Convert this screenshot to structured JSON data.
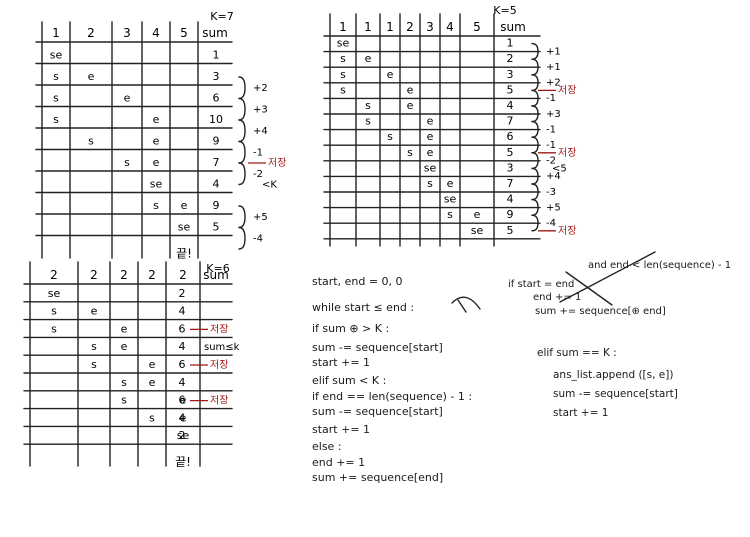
{
  "tables": [
    {
      "id": "k7",
      "label": "K=7",
      "header": [
        "1",
        "2",
        "3",
        "4",
        "5",
        "sum"
      ],
      "rows": [
        {
          "cells": [
            "se",
            "",
            "",
            "",
            "",
            ""
          ],
          "sum": "1",
          "diff": ""
        },
        {
          "cells": [
            "s",
            "e",
            "",
            "",
            "",
            ""
          ],
          "sum": "3",
          "diff": "+2"
        },
        {
          "cells": [
            "s",
            "",
            "e",
            "",
            "",
            ""
          ],
          "sum": "6",
          "diff": "+3"
        },
        {
          "cells": [
            "s",
            "",
            "",
            "e",
            "",
            ""
          ],
          "sum": "10",
          "diff": "+4"
        },
        {
          "cells": [
            "",
            "s",
            "",
            "e",
            "",
            ""
          ],
          "sum": "9",
          "diff": "-1"
        },
        {
          "cells": [
            "",
            "",
            "s",
            "e",
            "",
            ""
          ],
          "sum": "7",
          "diff": "-2",
          "note": "저장"
        },
        {
          "cells": [
            "",
            "",
            "",
            "se",
            "",
            ""
          ],
          "sum": "4",
          "diff": "",
          "note": "<K"
        },
        {
          "cells": [
            "",
            "",
            "",
            "s",
            "e",
            ""
          ],
          "sum": "9",
          "diff": "+5"
        },
        {
          "cells": [
            "",
            "",
            "",
            "",
            "se",
            ""
          ],
          "sum": "5",
          "diff": "-4"
        }
      ],
      "end": "끝!"
    },
    {
      "id": "k5",
      "label": "K=5",
      "header": [
        "1",
        "1",
        "1",
        "2",
        "3",
        "4",
        "5",
        "sum"
      ],
      "rows": [
        {
          "cells": [
            "se",
            "",
            "",
            "",
            "",
            "",
            "",
            ""
          ],
          "sum": "1",
          "diff": "+1"
        },
        {
          "cells": [
            "s",
            "e",
            "",
            "",
            "",
            "",
            "",
            ""
          ],
          "sum": "2",
          "diff": "+1"
        },
        {
          "cells": [
            "s",
            "",
            "e",
            "",
            "",
            "",
            "",
            ""
          ],
          "sum": "3",
          "diff": "+2"
        },
        {
          "cells": [
            "s",
            "",
            "",
            "e",
            "",
            "",
            "",
            ""
          ],
          "sum": "5",
          "diff": "-1",
          "note": "저장"
        },
        {
          "cells": [
            "",
            "s",
            "",
            "e",
            "",
            "",
            "",
            ""
          ],
          "sum": "4",
          "diff": "+3"
        },
        {
          "cells": [
            "",
            "s",
            "",
            "",
            "e",
            "",
            "",
            ""
          ],
          "sum": "7",
          "diff": "-1"
        },
        {
          "cells": [
            "",
            "",
            "s",
            "",
            "e",
            "",
            "",
            ""
          ],
          "sum": "6",
          "diff": "-1"
        },
        {
          "cells": [
            "",
            "",
            "",
            "s",
            "e",
            "",
            "",
            ""
          ],
          "sum": "5",
          "diff": "-2",
          "note": "저장"
        },
        {
          "cells": [
            "",
            "",
            "",
            "",
            "se",
            "",
            "",
            ""
          ],
          "sum": "3",
          "diff": "+4",
          "note": "<5"
        },
        {
          "cells": [
            "",
            "",
            "",
            "",
            "s",
            "e",
            "",
            ""
          ],
          "sum": "7",
          "diff": "-3"
        },
        {
          "cells": [
            "",
            "",
            "",
            "",
            "",
            "se",
            "",
            ""
          ],
          "sum": "4",
          "diff": "+5"
        },
        {
          "cells": [
            "",
            "",
            "",
            "",
            "",
            "s",
            "e",
            ""
          ],
          "sum": "9",
          "diff": "-4"
        },
        {
          "cells": [
            "",
            "",
            "",
            "",
            "",
            "",
            "se",
            ""
          ],
          "sum": "5",
          "diff": "",
          "note": "저장"
        }
      ]
    },
    {
      "id": "k6",
      "label": "K=6",
      "header": [
        "2",
        "2",
        "2",
        "2",
        "2",
        "sum"
      ],
      "rows": [
        {
          "cells": [
            "se",
            "",
            "",
            "",
            "",
            ""
          ],
          "sum": "2",
          "diff": ""
        },
        {
          "cells": [
            "s",
            "e",
            "",
            "",
            "",
            ""
          ],
          "sum": "4",
          "diff": ""
        },
        {
          "cells": [
            "s",
            "",
            "e",
            "",
            "",
            ""
          ],
          "sum": "6",
          "diff": "",
          "note": "저장"
        },
        {
          "cells": [
            "",
            "s",
            "e",
            "",
            "",
            ""
          ],
          "sum": "4",
          "diff": "",
          "note": "sum≤k"
        },
        {
          "cells": [
            "",
            "s",
            "",
            "e",
            "",
            ""
          ],
          "sum": "6",
          "diff": "",
          "note": "저장"
        },
        {
          "cells": [
            "",
            "",
            "s",
            "e",
            "",
            ""
          ],
          "sum": "4",
          "diff": ""
        },
        {
          "cells": [
            "",
            "",
            "s",
            "",
            "e",
            ""
          ],
          "sum": "6",
          "diff": "",
          "note": "저장"
        },
        {
          "cells": [
            "",
            "",
            "",
            "s",
            "e",
            ""
          ],
          "sum": "4",
          "diff": ""
        },
        {
          "cells": [
            "",
            "",
            "",
            "",
            "se",
            ""
          ],
          "sum": "2",
          "diff": ""
        }
      ],
      "end": "끝!"
    }
  ],
  "code": {
    "lines": [
      "start, end = 0, 0",
      "while   start ≤ end :",
      "   if   sum ⊕ > K :",
      "        sum -= sequence[start]",
      "        start += 1",
      "   elif   sum < K :",
      "        if end == len(sequence) - 1 :",
      "            sum -= sequence[start]",
      "            start += 1",
      "        else :",
      "            end += 1",
      "            sum += sequence[end]"
    ],
    "side_if": [
      "if  start = end",
      "and  end < len(sequence) - 1",
      "end += 1",
      "sum += sequence[⊕ end]"
    ],
    "side_elif": [
      "elif   sum == K  :",
      "ans_list.append ([s, e])",
      "sum -= sequence[start]",
      "start += 1"
    ]
  }
}
